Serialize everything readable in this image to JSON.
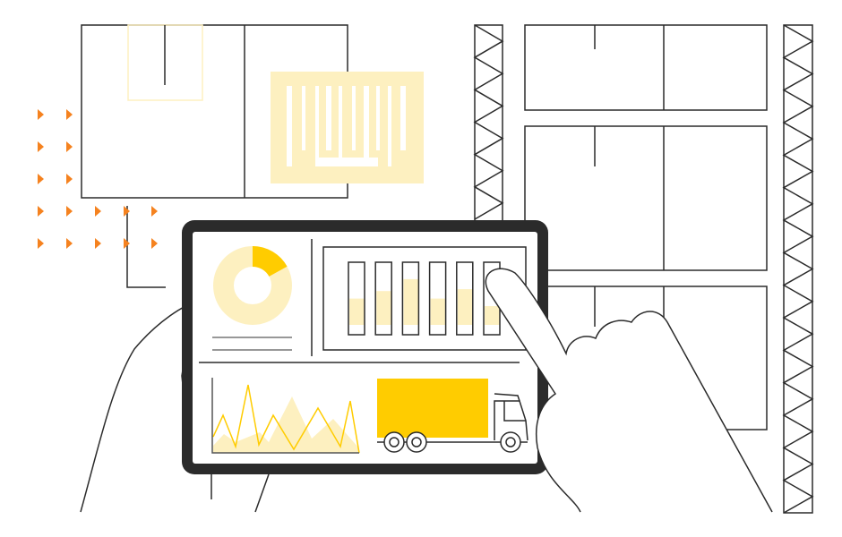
{
  "illustration": {
    "subject": "tablet-warehouse-dashboard",
    "colors": {
      "line": "#2b2b2b",
      "accent_yellow": "#ffcc00",
      "light_yellow": "#fdf0c0",
      "orange_arrow": "#f5821f",
      "tablet_frame": "#2b2b2b"
    },
    "dashboard": {
      "donut_highlight_fraction": 0.17,
      "bar_levels": [
        0.42,
        0.54,
        0.73,
        0.42,
        0.57,
        0.3
      ]
    },
    "icons": [
      "truck-icon",
      "donut-chart-icon",
      "bar-chart-icon",
      "line-chart-icon",
      "barcode-icon",
      "arrow-icon"
    ]
  }
}
